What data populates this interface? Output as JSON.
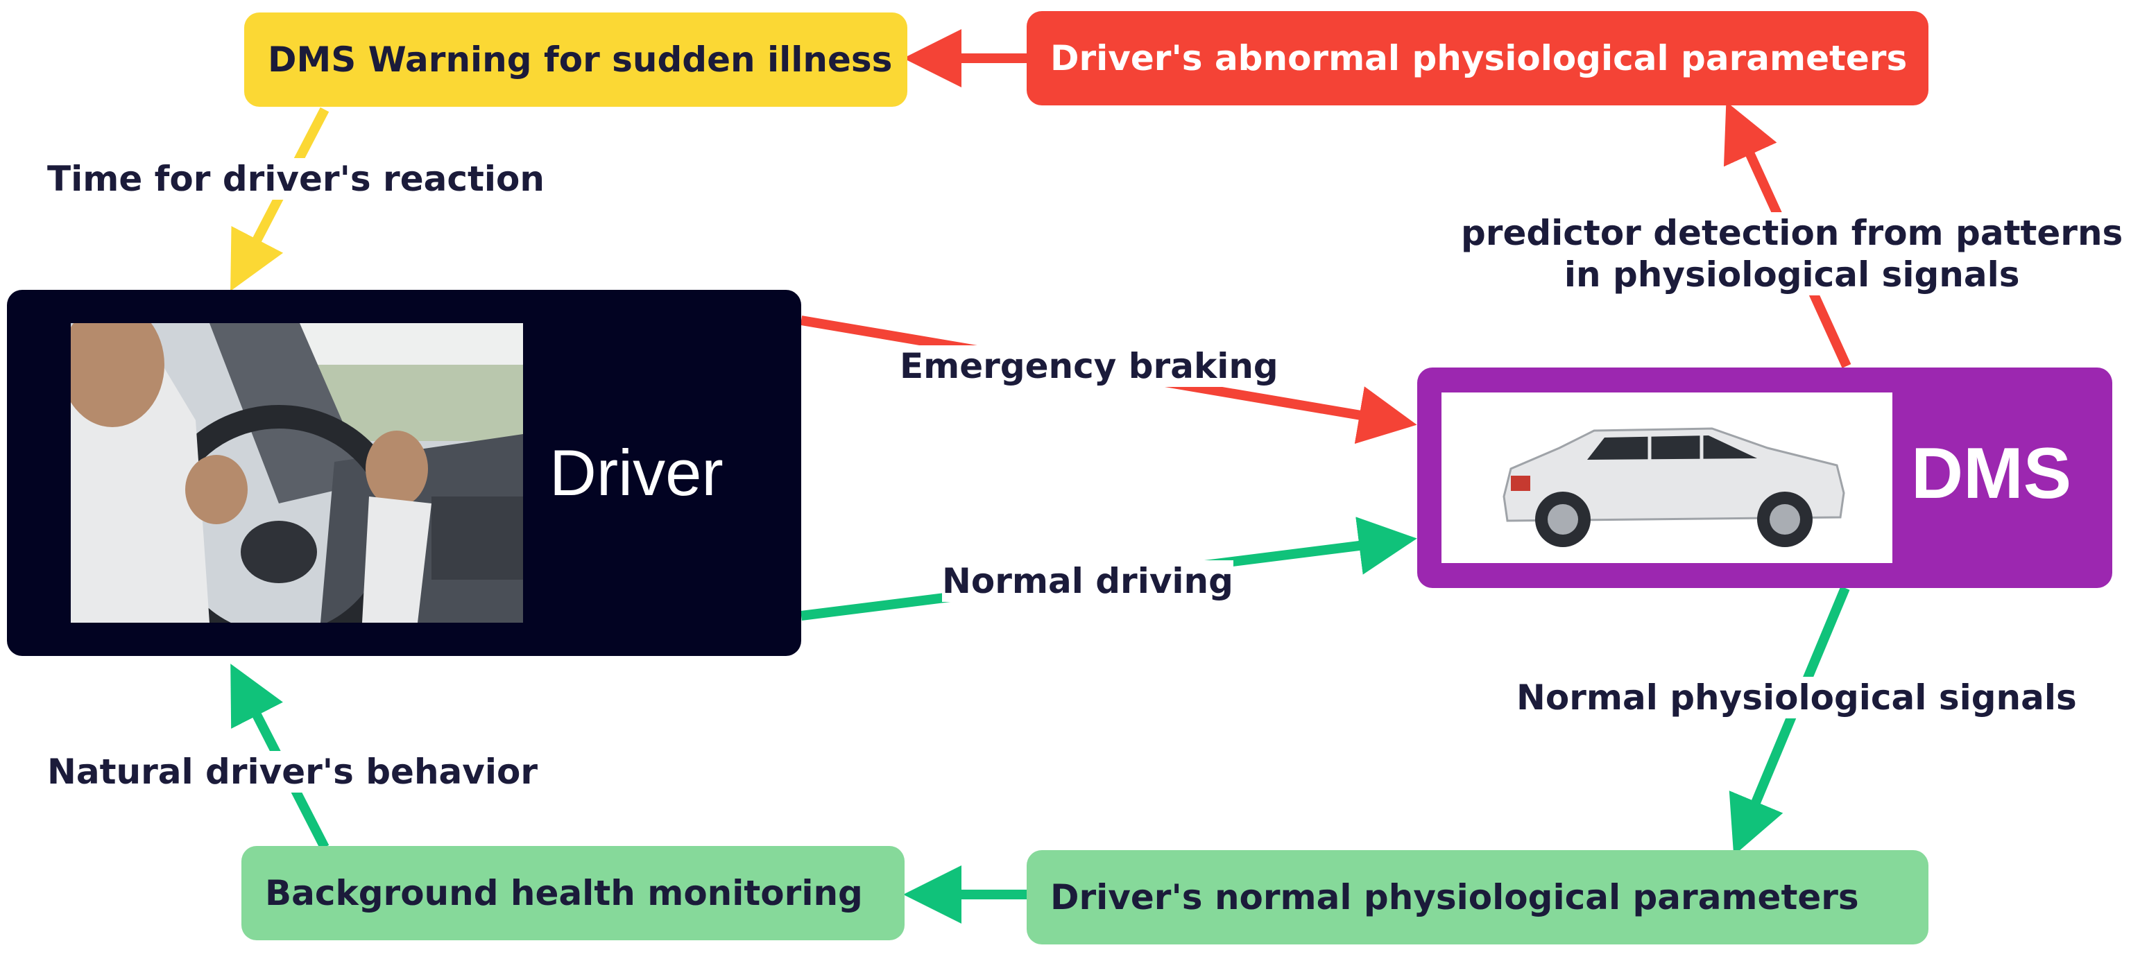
{
  "colors": {
    "red": "#f44336",
    "yellow": "#fbd834",
    "green": "#10c27a",
    "light_green": "#86d99a",
    "navy": "#020322",
    "purple": "#9c27b0",
    "text": "#1b1b3a"
  },
  "boxes": {
    "warning": "DMS Warning for sudden illness",
    "abnormal": "Driver's abnormal physiological parameters",
    "background": "Background health monitoring",
    "normal_params": "Driver's normal physiological parameters"
  },
  "panels": {
    "driver": {
      "title": "Driver",
      "image": "driver-at-steering-wheel-photo"
    },
    "dms": {
      "title": "DMS",
      "image": "white-suv-photo"
    }
  },
  "labels": {
    "reaction": "Time for driver's reaction",
    "predictor_line1": "predictor detection from patterns",
    "predictor_line2": "in physiological signals",
    "braking": "Emergency braking",
    "normal_driving": "Normal driving",
    "normal_signals": "Normal physiological signals",
    "natural": "Natural driver's behavior"
  }
}
